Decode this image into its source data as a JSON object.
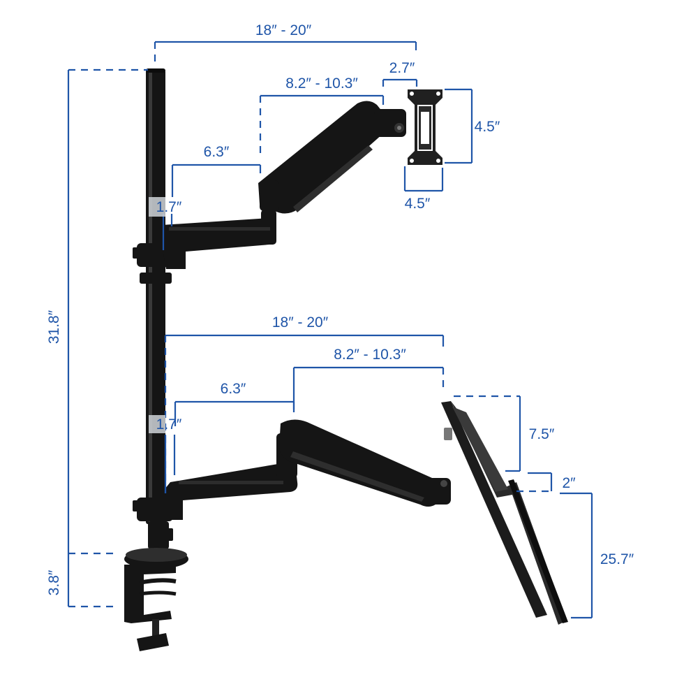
{
  "colors": {
    "dimension": "#1f55a8",
    "hardware": "#151515",
    "hardware_highlight": "#3a3a3a",
    "plate": "#2a2a2a",
    "background": "#ffffff"
  },
  "dimensions": {
    "pole_height": "31.8″",
    "base_height": "3.8″",
    "upper_total_reach": "18″ - 20″",
    "upper_forearm_reach": "8.2″ - 10.3″",
    "upper_arm_length": "6.3″",
    "upper_collar_width": "1.7″",
    "upper_tilt_depth": "2.7″",
    "vesa_height": "4.5″",
    "vesa_width": "4.5″",
    "lower_total_reach": "18″ - 20″",
    "lower_forearm_reach": "8.2″ - 10.3″",
    "lower_arm_length": "6.3″",
    "lower_collar_width": "1.7″",
    "tray_height": "7.5″",
    "tray_lip": "2″",
    "tray_depth": "25.7″"
  }
}
